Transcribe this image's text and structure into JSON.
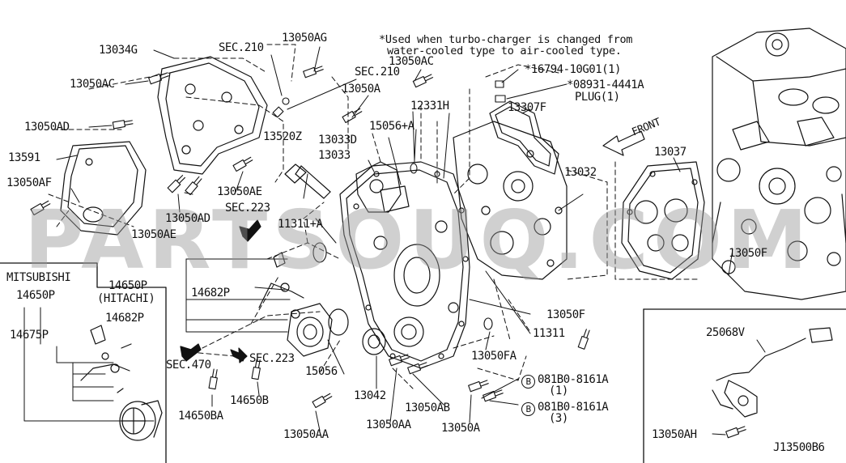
{
  "diagram_code": "J13500B6",
  "note": {
    "line1": "*Used when turbo-charger is changed from",
    "line2": "water-cooled type to air-cooled type."
  },
  "front_label": "FRONT",
  "watermark": "PARTSOUQ.COM",
  "box_titles": {
    "mitsubishi": "MITSUBISHI",
    "hitachi_part": "14650P",
    "hitachi": "(HITACHI)"
  },
  "labels": {
    "p13034G": "13034G",
    "p13050AC_l": "13050AC",
    "p13050AD_l": "13050AD",
    "p13591": "13591",
    "p13050AF": "13050AF",
    "p13050AE_b": "13050AE",
    "p13050AD_b": "13050AD",
    "p13050AE_m": "13050AE",
    "sec223_u": "SEC.223",
    "sec210_a": "SEC.210",
    "p13050AG": "13050AG",
    "sec210_b": "SEC.210",
    "p13050AC_m": "13050AC",
    "p13050A_t": "13050A",
    "p13520Z": "13520Z",
    "p13033D": "13033D",
    "p13033": "13033",
    "p11311A": "11311+A",
    "p12331H": "12331H",
    "p15056A": "15056+A",
    "p16794": "*16794-10G01(1)",
    "p08931": "*08931-4441A",
    "plug": "PLUG(1)",
    "p13307F": "13307F",
    "p13032": "13032",
    "p13037": "13037",
    "p13050F_r": "13050F",
    "p13050F_m": "13050F",
    "p11311": "11311",
    "p13050FA": "13050FA",
    "bolt1": "081B0-8161A",
    "bolt1_qty": "(1)",
    "bolt2": "081B0-8161A",
    "bolt2_qty": "(3)",
    "p14682P_h": "14682P",
    "p14650P_m": "14650P",
    "p14675P": "14675P",
    "p14682P_m": "14682P",
    "sec470": "SEC.470",
    "sec223_l": "SEC.223",
    "p15056": "15056",
    "p13042": "13042",
    "p14650B": "14650B",
    "p14650BA": "14650BA",
    "p13050AB": "13050AB",
    "p13050AA_a": "13050AA",
    "p13050AA_b": "13050AA",
    "p13050A_b": "13050A",
    "p25068V": "25068V",
    "p13050AH": "13050AH"
  },
  "bolt_marker": "B"
}
